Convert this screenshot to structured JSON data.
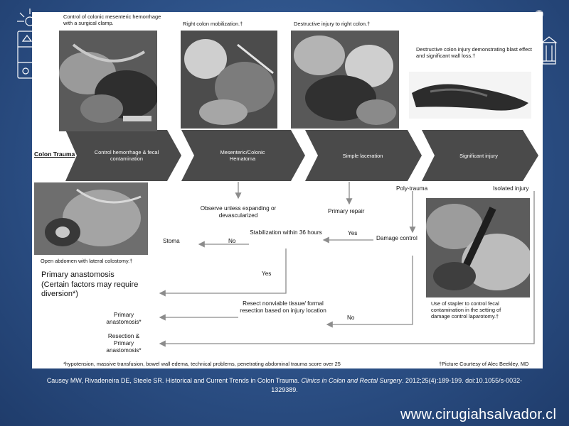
{
  "captions": {
    "photo1": "Control of colonic mesenteric hemorrhage with a surgical clamp.",
    "photo2": "Right colon mobilization.†",
    "photo3": "Destructive injury to right colon.†",
    "photo4": "Destructive colon injury demonstrating blast effect and significant wall loss.†",
    "photo5": "Open abdomen with lateral colostomy.†",
    "photo6": "Use of stapler to control fecal contamination in the setting of damage control laparotomy.†"
  },
  "row_title": "Colon Trauma",
  "arrows": [
    "Control hemorrhage & fecal contamination",
    "Mesenteric/Colonic Hematoma",
    "Simple laceration",
    "Significant injury"
  ],
  "flow": {
    "observe": "Observe unless expanding or devascularized",
    "primary_repair": "Primary repair",
    "poly_trauma": "Poly-trauma",
    "isolated_injury": "Isolated injury",
    "stabilization": "Stabilization within 36 hours",
    "no1": "No",
    "yes1": "Yes",
    "stoma": "Stoma",
    "damage_control": "Damage control",
    "primary_anastomosis": "Primary anastomosis",
    "primary_anastomosis_note": "(Certain factors may require diversion*)",
    "yes2": "Yes",
    "resect": "Resect nonviable tissue/ formal resection based on injury location",
    "no2": "No",
    "primary_anastomosis_star": "Primary anastomosis*",
    "resection_primary": "Resection & Primary anastomosis*"
  },
  "footnote": "*hypotension, massive transfusion, bowel wall edema, technical problems, penetrating abdominal trauma score over 25",
  "courtesy": "†Picture Courtesy of Alec Beekley, MD",
  "citation": {
    "authors": "Causey MW, Rivadeneira DE, Steele SR. Historical and Current Trends in Colon Trauma. ",
    "journal": "Clinics in Colon and Rectal Surgery",
    "rest": ". 2012;25(4):189-199.   doi:10.1055/s-0032-1329389."
  },
  "website": "www.cirugiahsalvador.cl",
  "colors": {
    "background": "#2c5086",
    "arrow": "#4a4a4a",
    "line": "#8c8c8c"
  }
}
